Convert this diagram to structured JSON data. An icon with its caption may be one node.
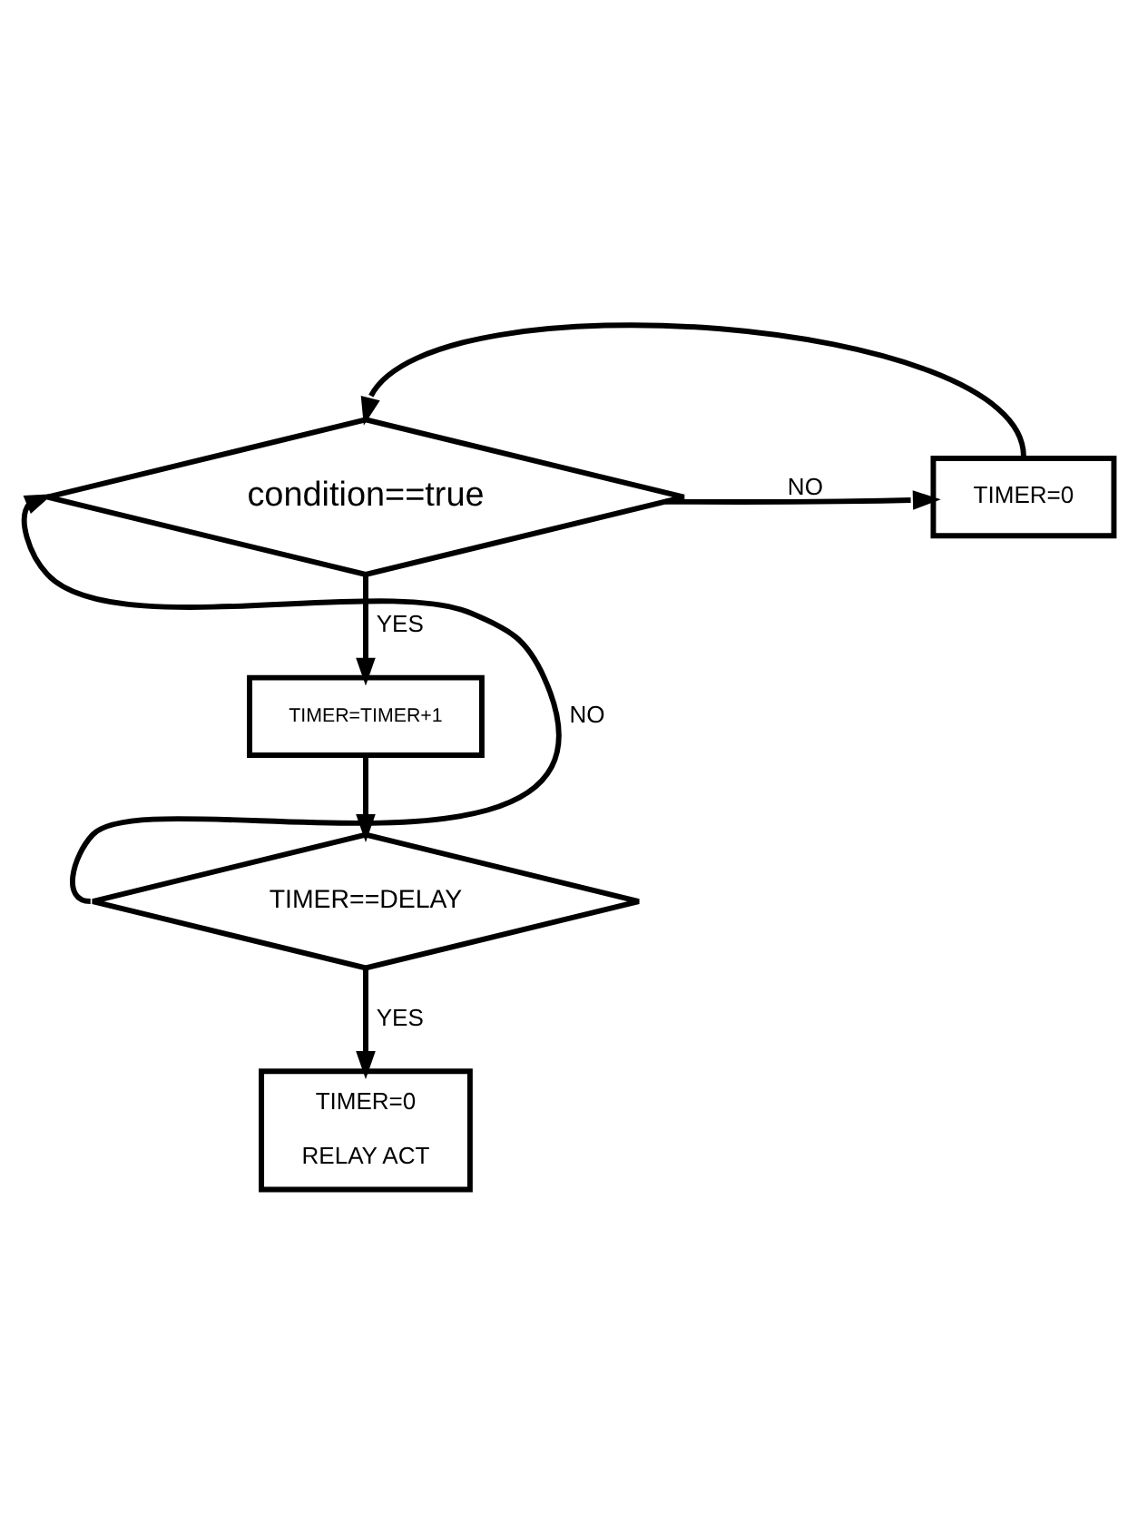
{
  "diagram": {
    "nodes": [
      {
        "text": [
          "condition==true"
        ]
      },
      {
        "text": [
          "TIMER=0"
        ]
      },
      {
        "text": [
          "TIMER=TIMER+1"
        ]
      },
      {
        "text": [
          "TIMER==DELAY"
        ]
      },
      {
        "text": [
          "TIMER=0",
          "RELAY ACT"
        ]
      }
    ],
    "edges": [
      {
        "from": 0,
        "to": 1,
        "arrow": "to",
        "label": "NO"
      },
      {
        "from": 1,
        "to": 0,
        "arrow": "to"
      },
      {
        "from": 0,
        "to": 2,
        "arrow": "to",
        "label": "YES"
      },
      {
        "from": 2,
        "to": 3,
        "arrow": "to"
      },
      {
        "from": 3,
        "to": 0,
        "arrow": "to",
        "label": "NO"
      },
      {
        "from": 3,
        "to": 4,
        "arrow": "to",
        "label": "YES"
      }
    ]
  }
}
